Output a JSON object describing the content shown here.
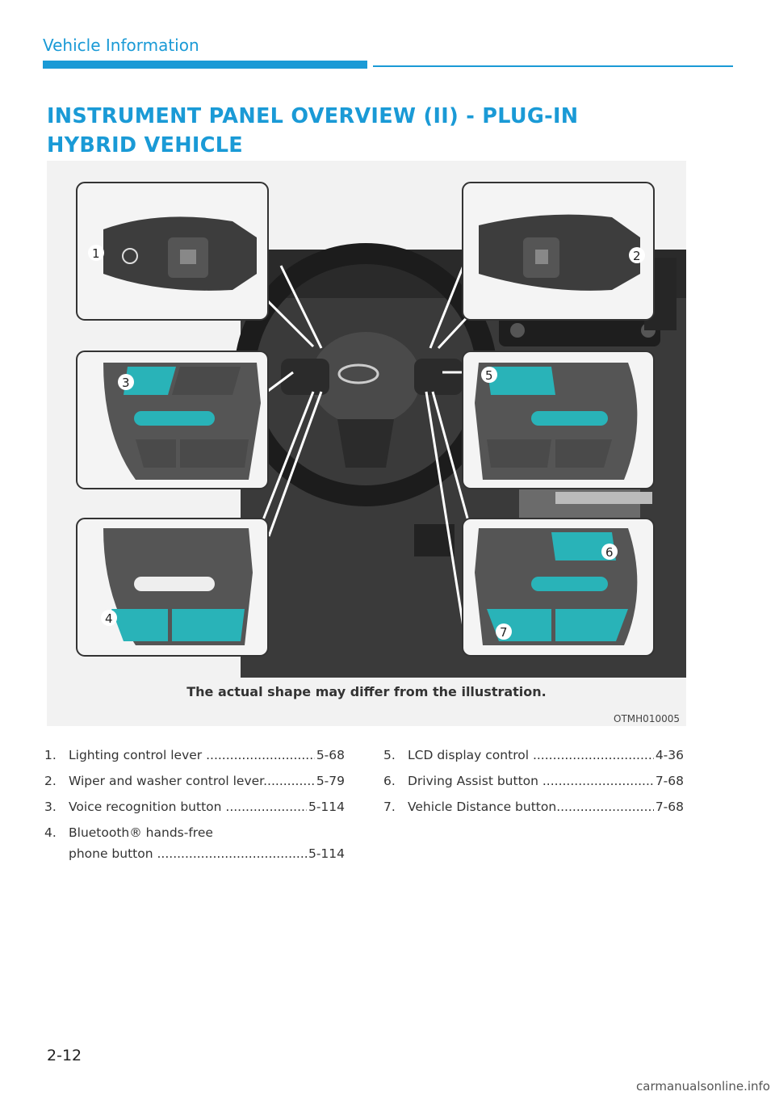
{
  "header": {
    "section": "Vehicle Information",
    "title": "INSTRUMENT PANEL OVERVIEW (II) - PLUG-IN HYBRID VEHICLE"
  },
  "figure": {
    "caption": "The actual shape may differ from the illustration.",
    "code": "OTMH010005",
    "callouts": [
      "1",
      "2",
      "3",
      "4",
      "5",
      "6",
      "7"
    ],
    "accent_color": "#29b3b8"
  },
  "items_left": [
    {
      "num": "1.",
      "label": "Lighting control lever ",
      "page": "5-68"
    },
    {
      "num": "2.",
      "label": "Wiper and washer control lever",
      "page": "5-79"
    },
    {
      "num": "3.",
      "label": "Voice recognition button ",
      "page": "5-114"
    },
    {
      "num": "4.",
      "label": "Bluetooth® hands-free",
      "label2": "phone button ",
      "page": "5-114"
    }
  ],
  "items_right": [
    {
      "num": "5.",
      "label": "LCD display control ",
      "page": "4-36"
    },
    {
      "num": "6.",
      "label": "Driving Assist button ",
      "page": "7-68"
    },
    {
      "num": "7.",
      "label": "Vehicle Distance button",
      "page": "7-68"
    }
  ],
  "footer": {
    "page_number": "2-12",
    "watermark": "carmanualsonline.info"
  }
}
